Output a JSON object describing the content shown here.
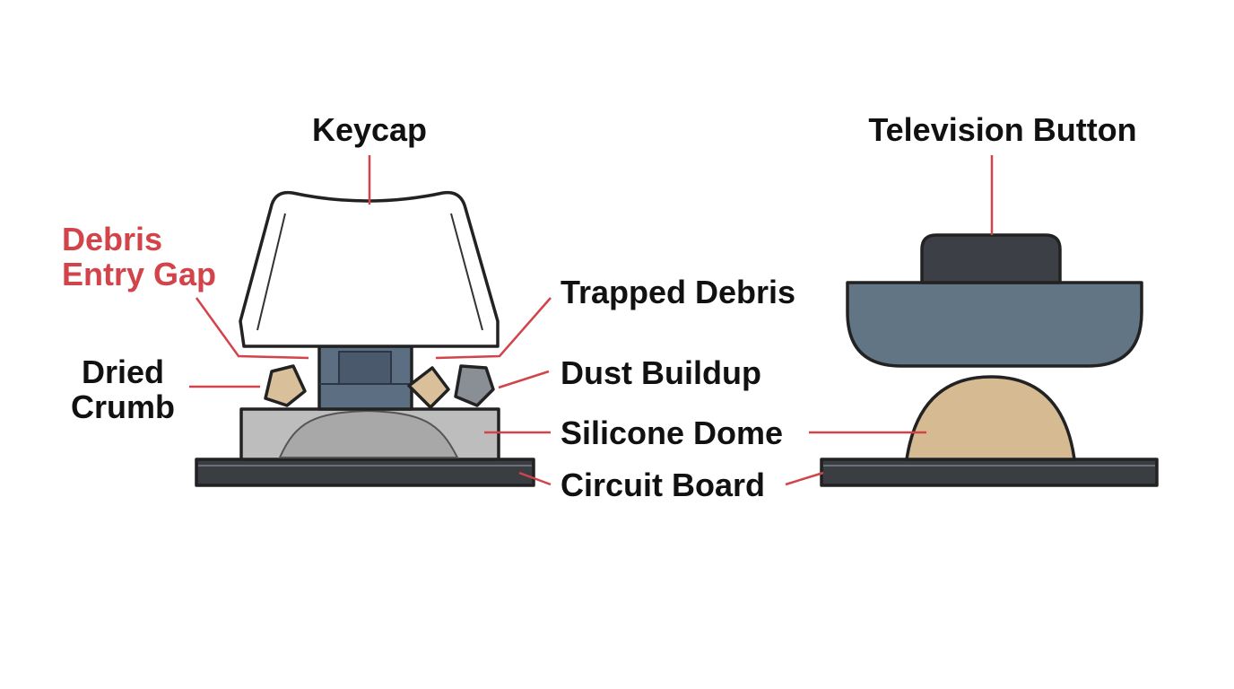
{
  "colors": {
    "leader_line": "#d2434a",
    "highlight_text": "#d2434a",
    "keycap_fill": "#ffffff",
    "stem_fill": "#5b6e82",
    "housing_fill": "#bdbdbd",
    "board_fill": "#3a3d42",
    "crumb_fill": "#d9bf9a",
    "dust_fill": "#8a8f96",
    "tv_button_top": "#3c3f46",
    "tv_button_body": "#617585",
    "tv_dome_fill": "#d6bb92"
  },
  "keyboard": {
    "keycap_label": "Keycap",
    "debris_gap_label_line1": "Debris",
    "debris_gap_label_line2": "Entry Gap",
    "trapped_debris_label": "Trapped Debris",
    "dried_crumb_label_line1": "Dried",
    "dried_crumb_label_line2": "Crumb",
    "dust_buildup_label": "Dust Buildup",
    "silicone_dome_label": "Silicone Dome",
    "circuit_board_label": "Circuit Board"
  },
  "television": {
    "button_label": "Television Button"
  }
}
